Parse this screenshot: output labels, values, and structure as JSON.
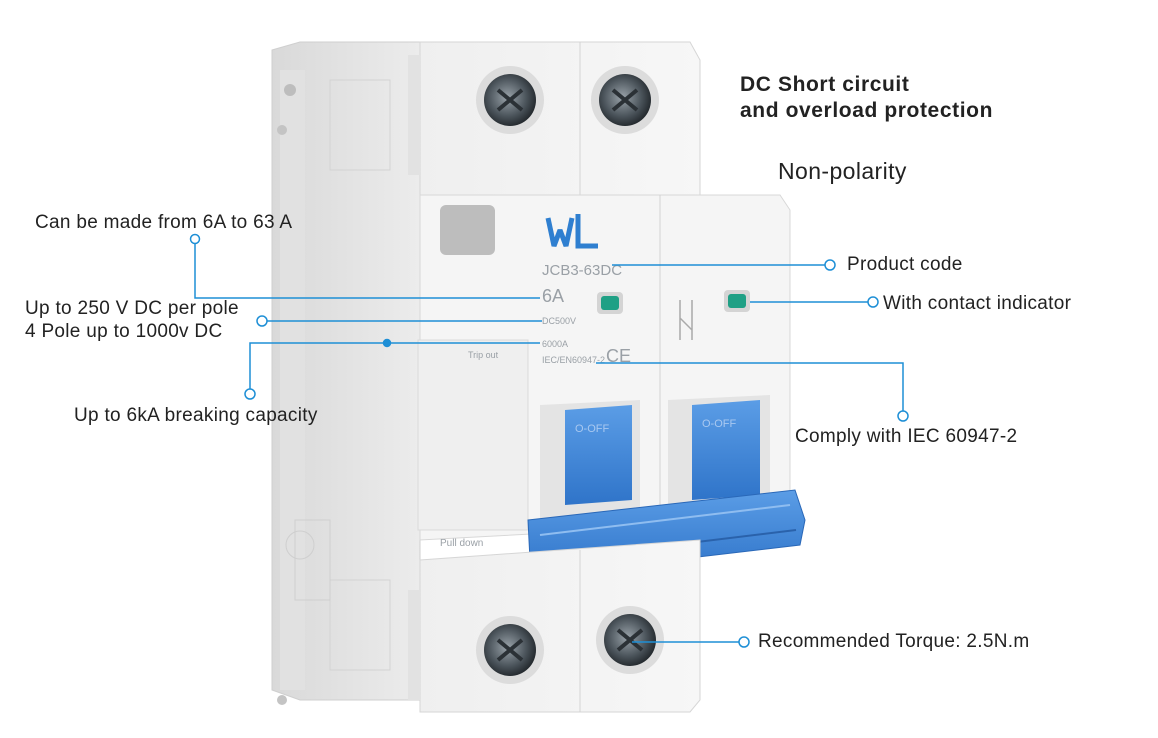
{
  "headline": {
    "line1": "DC Short circuit",
    "line2": "and overload protection"
  },
  "subheadline": "Non-polarity",
  "callouts": {
    "current_range": "Can be made from 6A to 63 A",
    "voltage_line1": "Up to 250 V DC per pole",
    "voltage_line2": "4 Pole up to 1000v DC",
    "breaking_capacity": "Up to 6kA breaking capacity",
    "product_code": "Product code",
    "contact_indicator": "With contact indicator",
    "standard": "Comply with IEC 60947-2",
    "torque": "Recommended  Torque: 2.5N.m"
  },
  "device_markings": {
    "model": "JCB3-63DC",
    "rating": "6A",
    "voltage": "DC500V",
    "capacity": "6000A",
    "standard": "IEC/EN60947-2",
    "ce": "CE",
    "trip_out": "Trip out",
    "pull_down": "Pull down",
    "toggle_label": "O-OFF",
    "brand": "WL"
  },
  "colors": {
    "callout_line": "#1e8fd6",
    "toggle_blue": "#3d86d8",
    "brand_blue": "#2f7fd0",
    "indicator_green": "#1fa085",
    "body_grey": "#e8e8e8"
  }
}
